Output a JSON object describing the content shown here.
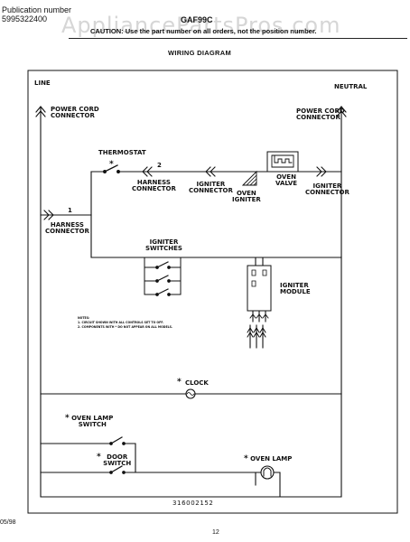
{
  "header": {
    "pub_label": "Publication number",
    "pub_number": "5995322400",
    "model_code": "GAF99C",
    "watermark": "AppliancePartsPros.com",
    "caution": "CAUTION: Use the part number on all orders, not the position number."
  },
  "diagram": {
    "title": "WIRING DIAGRAM",
    "labels": {
      "line": "LINE",
      "neutral": "NEUTRAL",
      "power_cord_left": "POWER CORD\nCONNECTOR",
      "power_cord_right": "POWER CORD\nCONNECTOR",
      "thermostat": "THERMOSTAT",
      "harness_connector_top": "HARNESS\nCONNECTOR",
      "igniter_connector_top": "IGNITER\nCONNECTOR",
      "oven_igniter": "OVEN\nIGNITER",
      "oven_valve": "OVEN\nVALVE",
      "igniter_connector_right": "IGNITER\nCONNECTOR",
      "harness_connector_left": "HARNESS\nCONNECTOR",
      "igniter_switches": "IGNITER\nSWITCHES",
      "igniter_module": "IGNITER\nMODULE",
      "clock": "CLOCK",
      "oven_lamp_switch": "OVEN LAMP\nSWITCH",
      "door_switch": "DOOR\nSWITCH",
      "oven_lamp": "OVEN LAMP",
      "pin_1": "1",
      "pin_2": "2",
      "asterisk": "*"
    },
    "notes": {
      "heading": "NOTES:",
      "line1": "1. CIRCUIT SHOWN WITH ALL CONTROLS SET TO OFF.",
      "line2": "2. COMPONENTS WITH * DO NOT APPEAR ON ALL MODELS."
    },
    "part_number": "316002152"
  },
  "footer": {
    "date": "05/98",
    "page": "12"
  }
}
